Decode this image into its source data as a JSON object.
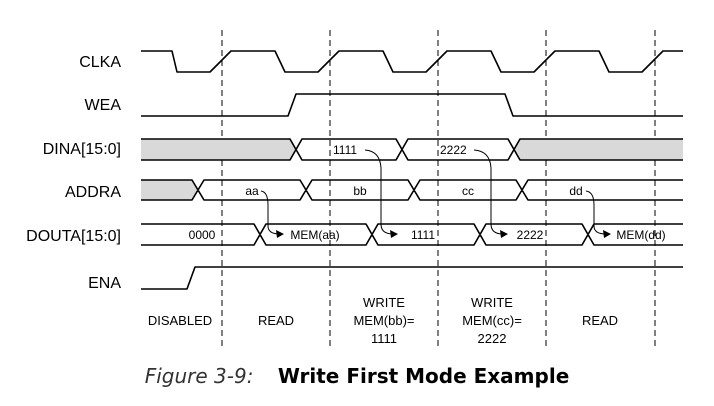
{
  "signals": {
    "clka": "CLKA",
    "wea": "WEA",
    "dina": "DINA[15:0]",
    "addra": "ADDRA",
    "douta": "DOUTA[15:0]",
    "ena": "ENA"
  },
  "dina_values": [
    "1111",
    "2222"
  ],
  "addra_values": [
    "aa",
    "bb",
    "cc",
    "dd"
  ],
  "douta_values": [
    "0000",
    "MEM(aa)",
    "1111",
    "2222",
    "MEM(dd)"
  ],
  "phases": [
    "DISABLED",
    "READ",
    "WRITE\nMEM(bb)=\n1111",
    "WRITE\nMEM(cc)=\n2222",
    "READ"
  ],
  "caption": {
    "number": "Figure 3-9:",
    "title": "Write First Mode Example"
  },
  "colors": {
    "shade": "#d9d9d9",
    "line": "#000000"
  }
}
